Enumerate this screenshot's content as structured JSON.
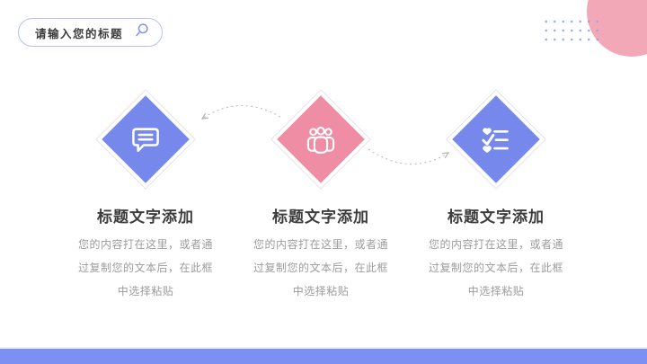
{
  "slide": {
    "title_box": {
      "placeholder": "请输入您的标题",
      "icon": "magnifier-icon"
    },
    "steps": [
      {
        "heading": "标题文字添加",
        "body": "您的内容打在这里，或者通过复制您的文本后，在此框中选择粘贴",
        "icon": "chat-bubble-icon",
        "diamond_color": "#7688ec"
      },
      {
        "heading": "标题文字添加",
        "body": "您的内容打在这里，或者通过复制您的文本后，在此框中选择粘贴",
        "icon": "people-group-icon",
        "diamond_color": "#ee8da3"
      },
      {
        "heading": "标题文字添加",
        "body": "您的内容打在这里，或者通过复制您的文本后，在此框中选择粘贴",
        "icon": "checklist-icon",
        "diamond_color": "#7688ec"
      }
    ],
    "decorations": {
      "dot_grid_color": "#8ba0ee",
      "corner_circle_color": "#f3a8b8",
      "bottom_bar_color": "#7b90f2",
      "connector_color": "#bdbdbd",
      "pill_border_color": "#b7c2f3"
    }
  }
}
